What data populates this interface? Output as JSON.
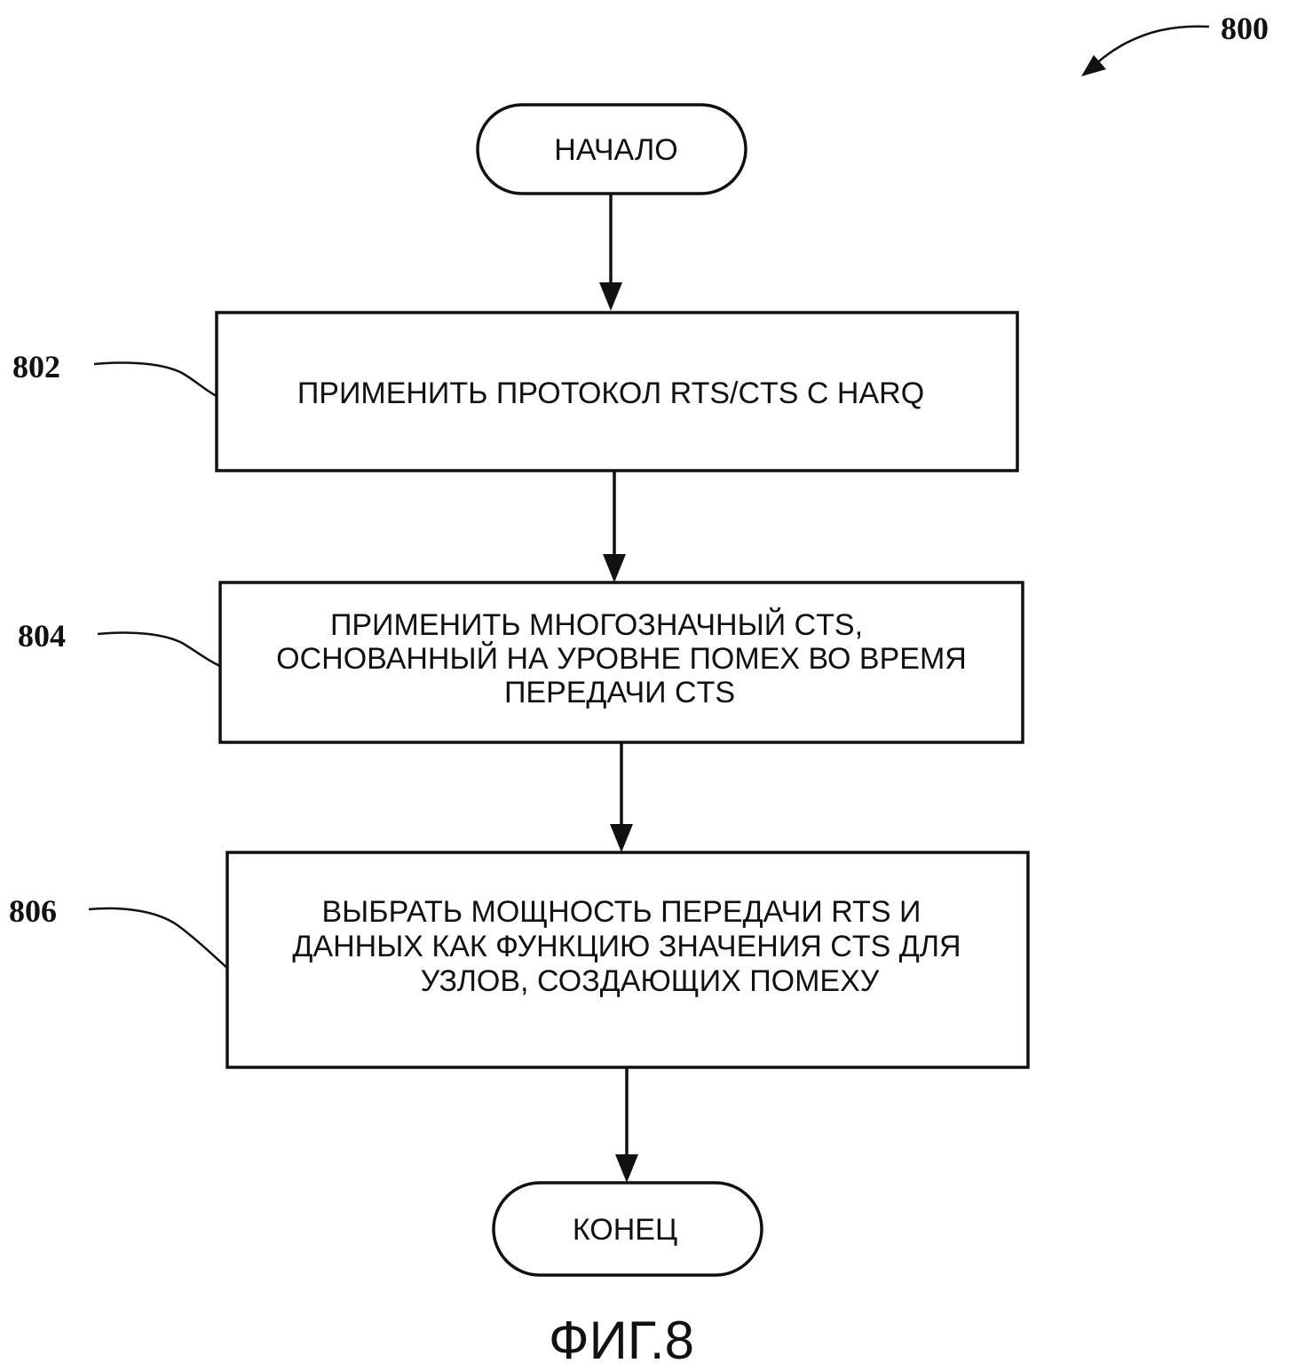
{
  "diagram_ref": "800",
  "figure_caption": "ФИГ.8",
  "start": {
    "label": "НАЧАЛО"
  },
  "end": {
    "label": "КОНЕЦ"
  },
  "steps": [
    {
      "ref": "802",
      "lines": [
        "ПРИМЕНИТЬ ПРОТОКОЛ RTS/CTS С HARQ"
      ]
    },
    {
      "ref": "804",
      "lines": [
        "ПРИМЕНИТЬ МНОГОЗНАЧНЫЙ CTS,",
        "ОСНОВАННЫЙ НА УРОВНЕ ПОМЕХ ВО ВРЕМЯ",
        "ПЕРЕДАЧИ CTS"
      ]
    },
    {
      "ref": "806",
      "lines": [
        "ВЫБРАТЬ МОЩНОСТЬ ПЕРЕДАЧИ RTS И",
        "ДАННЫХ КАК ФУНКЦИЮ ЗНАЧЕНИЯ CTS ДЛЯ",
        "УЗЛОВ, СОЗДАЮЩИХ ПОМЕХУ"
      ]
    }
  ]
}
